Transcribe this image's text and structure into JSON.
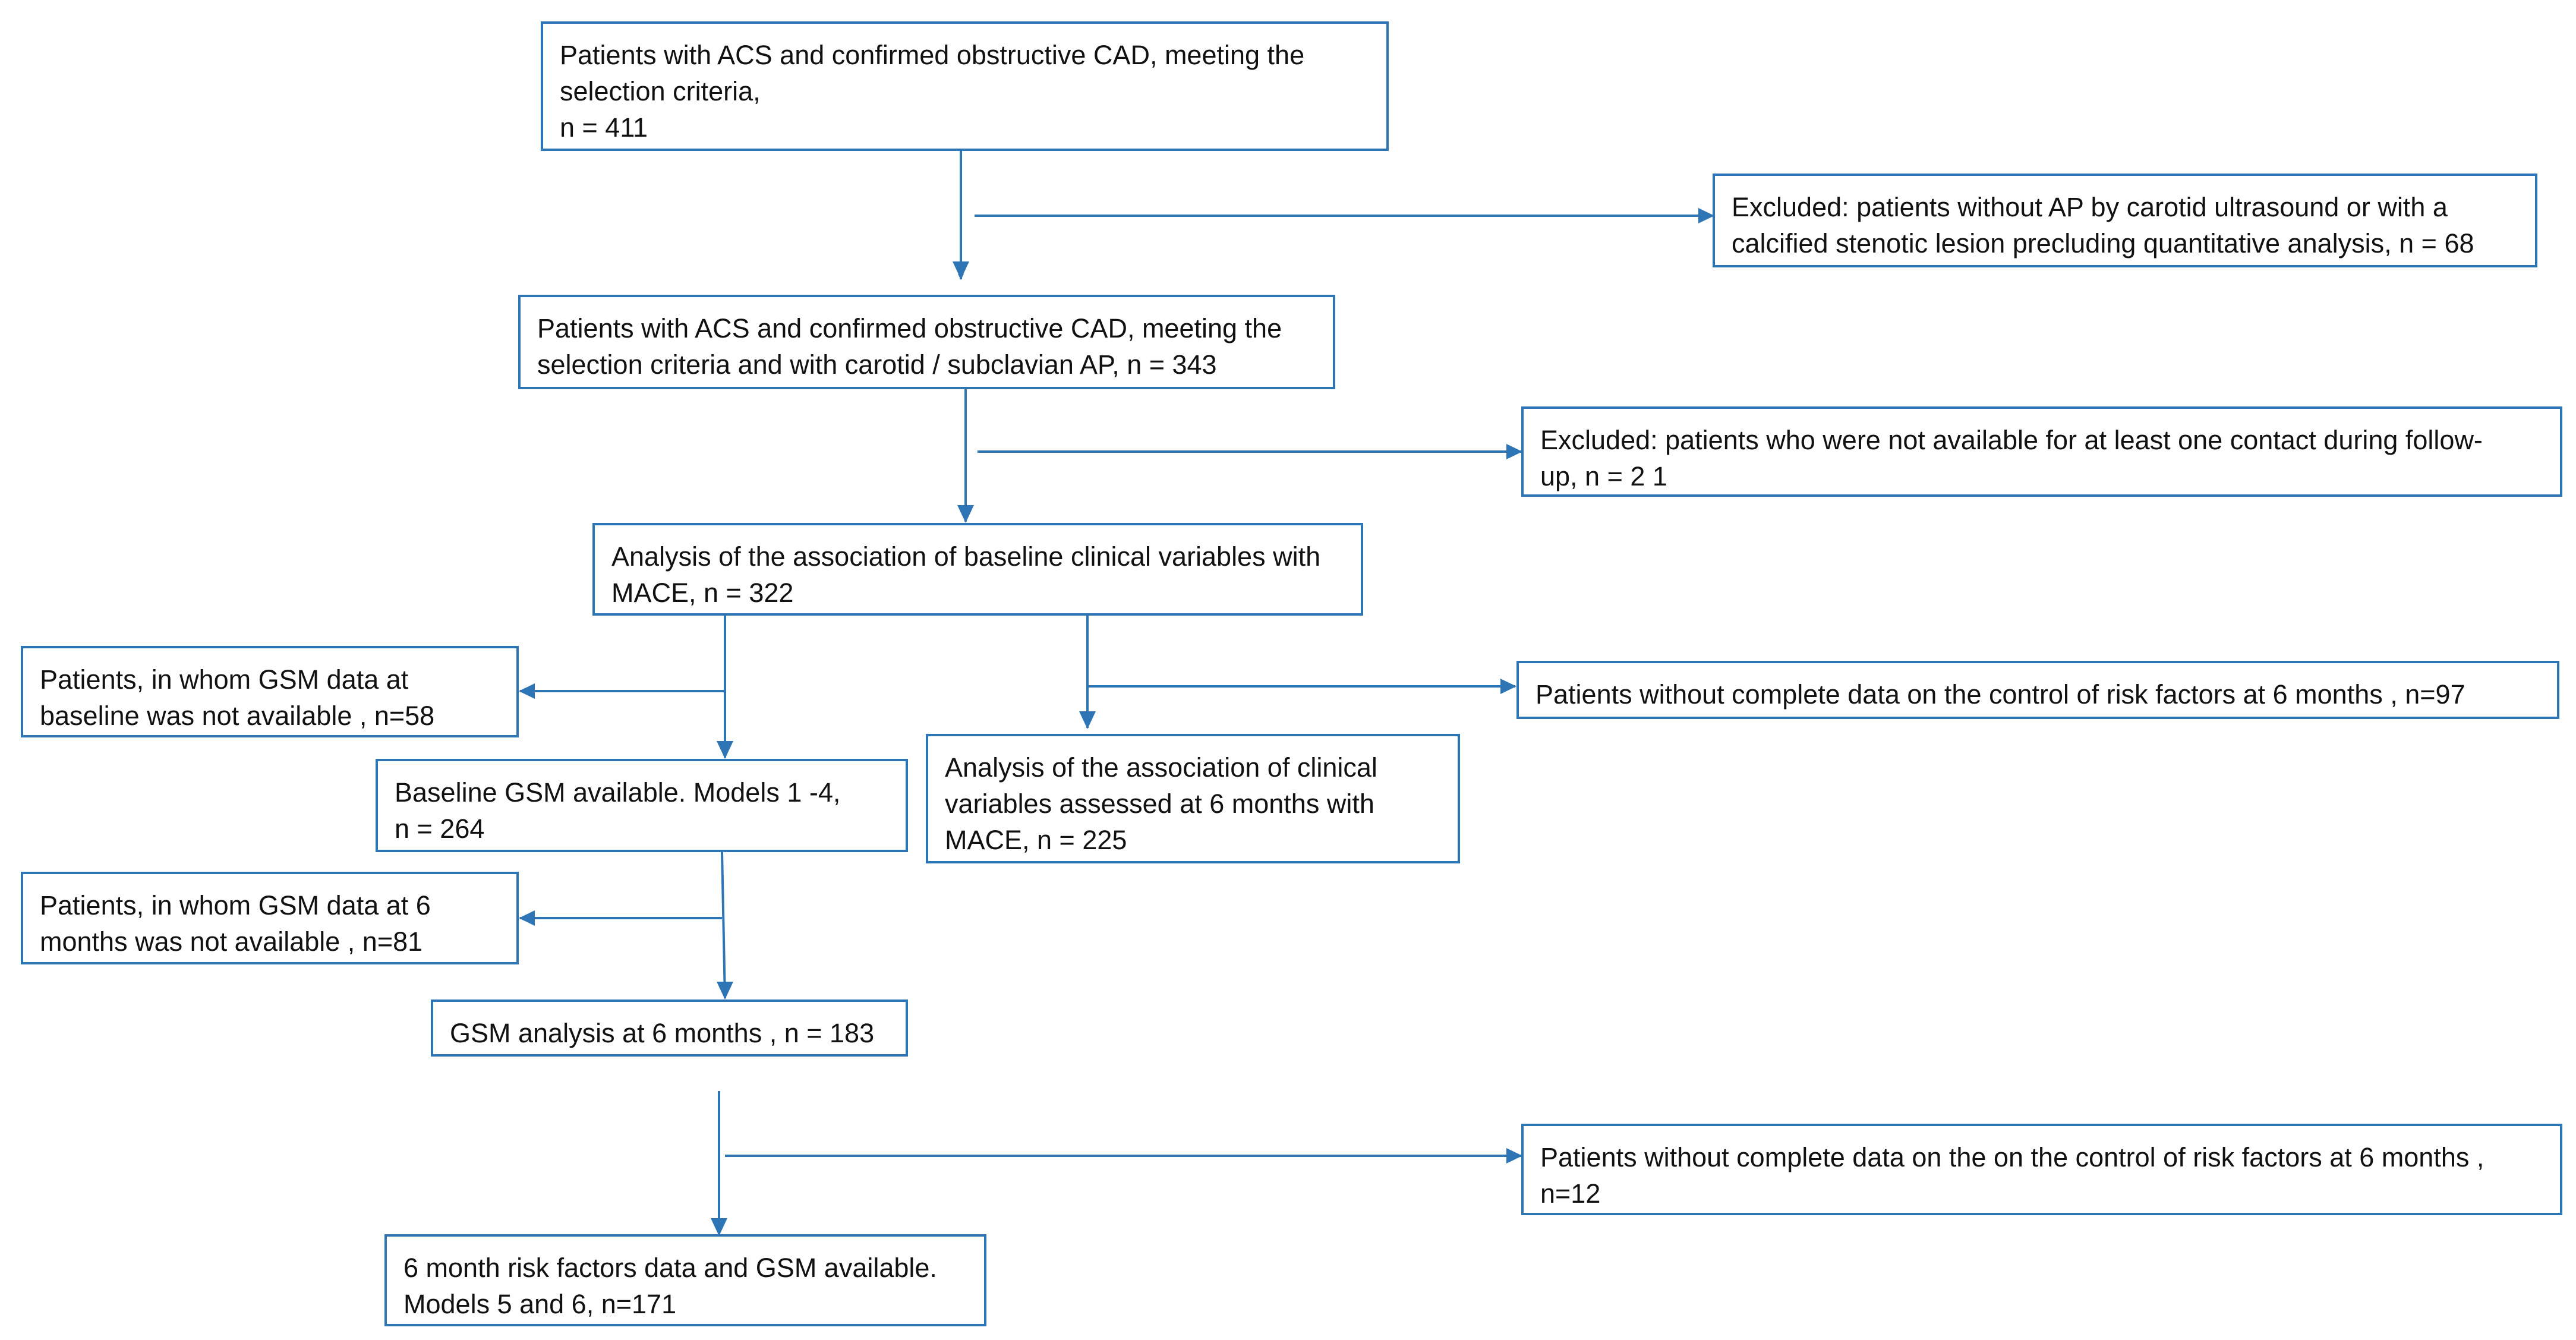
{
  "flowchart": {
    "color": "#2e75b6",
    "boxes": {
      "b1": [
        "Patients with ACS and confirmed obstructive CAD, meeting the",
        "selection criteria,",
        "n = 411"
      ],
      "b2": [
        "Excluded: patients without AP by carotid ultrasound or with a",
        "calcified stenotic lesion precluding quantitative analysis, n = 68"
      ],
      "b3": [
        "Patients with ACS and confirmed obstructive CAD, meeting the",
        "selection criteria and with carotid / subclavian AP, n =   343"
      ],
      "b4": [
        "Excluded:  patients who were not available for at least one contact during    follow-",
        "up, n = 2 1"
      ],
      "b5": [
        "Analysis of the association of baseline clinical variables with",
        "MACE, n = 322"
      ],
      "b6": [
        "Patients, in whom GSM data at",
        "baseline was not available , n=58"
      ],
      "b7": [
        "Patients without complete data on   the control of risk factors at 6 months , n=97"
      ],
      "b8": [
        "Baseline GSM available. Models 1 -4,",
        "n = 264"
      ],
      "b9": [
        "Analysis of the association of clinical",
        "variables assessed at 6 months with",
        "MACE, n = 225"
      ],
      "b10": [
        "Patients, in whom GSM data at 6",
        "months was not available , n=81"
      ],
      "b11": [
        "GSM analysis at  6 months , n = 183"
      ],
      "b12": [
        "Patients without complete data on the    on the control of risk factors at 6 months ,",
        "n=12"
      ],
      "b13": [
        "6 month risk factors data and GSM available.",
        "Models 5 and 6,  n=171"
      ]
    }
  }
}
